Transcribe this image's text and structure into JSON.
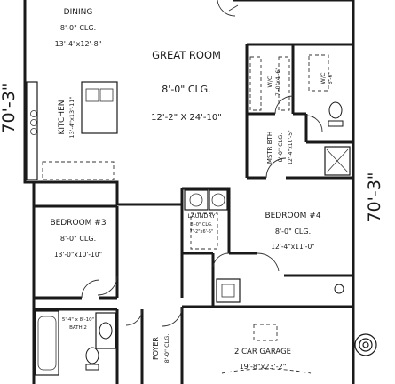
{
  "dimensions": {
    "left_height": "70'-3\"",
    "right_height": "70'-3\""
  },
  "rooms": {
    "dining": {
      "name": "DINING",
      "ceiling": "8'-0\" CLG.",
      "size": "13'-4\"x12'-8\""
    },
    "great_room": {
      "name": "GREAT ROOM",
      "ceiling": "8'-0\" CLG.",
      "size": "12'-2\" X 24'-10\""
    },
    "kitchen": {
      "name": "KITCHEN",
      "size": "13'-4\"x13'-11\""
    },
    "wic_1": {
      "name": "W/C",
      "size": "7'-0\"x4'-6\""
    },
    "wic_2": {
      "name": "W/C",
      "size": "6'-6\""
    },
    "master_bath": {
      "name": "MSTR BTH",
      "ceiling": "8'-0\" CLG.",
      "size": "12'-4\"x10'-5\""
    },
    "laundry": {
      "name": "LAUNDRY",
      "ceiling": "8'-0\" CLG.",
      "size": "7'-2\"x6'-5\""
    },
    "bedroom_4": {
      "name": "BEDROOM #4",
      "ceiling": "8'-0\" CLG.",
      "size": "12'-4\"x11'-0\""
    },
    "bedroom_3": {
      "name": "BEDROOM #3",
      "ceiling": "8'-0\" CLG.",
      "size": "13'-0\"x10'-10\""
    },
    "bath_2": {
      "name": "BATH 2",
      "size": "5'-4\" x 8'-10\""
    },
    "foyer": {
      "name": "FOYER",
      "ceiling": "8'-0\" CLG."
    },
    "garage": {
      "name": "2 CAR GARAGE",
      "size": "19'-8\"x23'-2\""
    }
  }
}
